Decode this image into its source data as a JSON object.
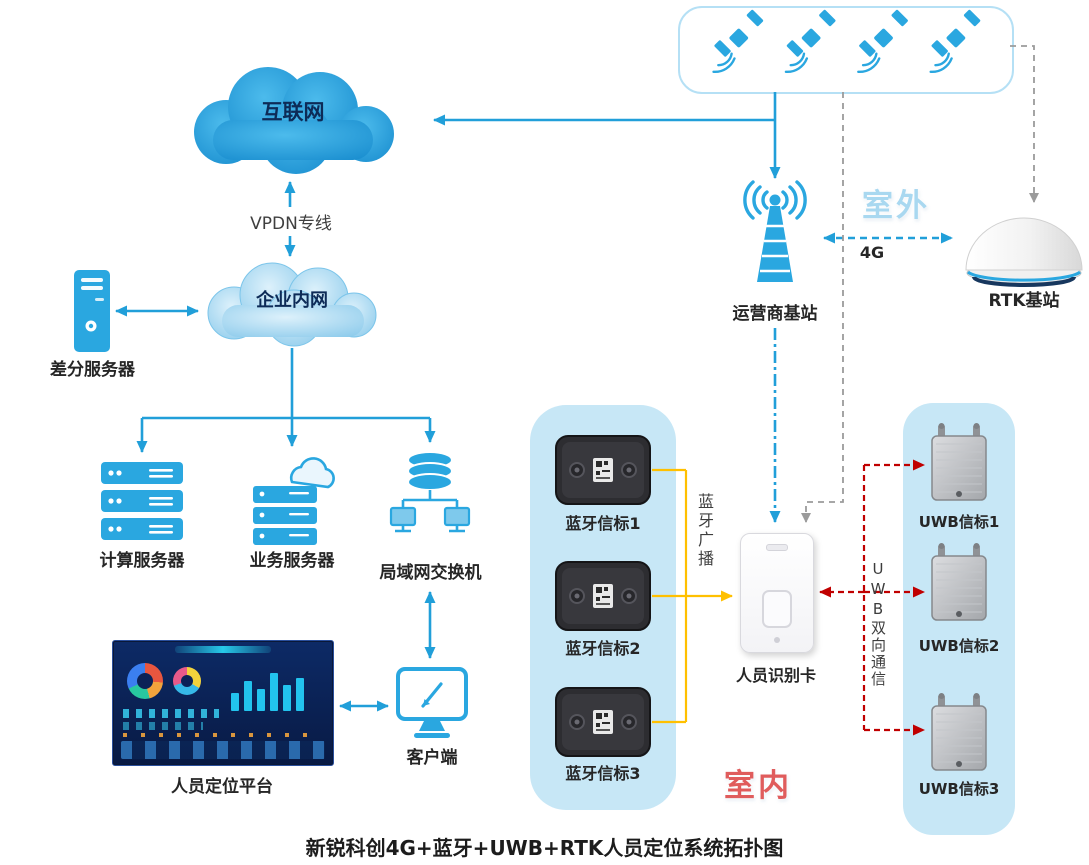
{
  "title": "新锐科创4G+蓝牙+UWB+RTK人员定位系统拓扑图",
  "zones": {
    "outdoor": "室外",
    "indoor": "室内"
  },
  "nodes": {
    "internet": "互联网",
    "intranet": "企业内网",
    "vpdn_link": "VPDN专线",
    "diff_server": "差分服务器",
    "compute_server": "计算服务器",
    "business_server": "业务服务器",
    "lan_switch": "局域网交换机",
    "platform": "人员定位平台",
    "client": "客户端",
    "carrier_station": "运营商基站",
    "rtk_station": "RTK基站",
    "person_card": "人员识别卡"
  },
  "links": {
    "g4": "4G",
    "bt_broadcast": "蓝牙广播",
    "uwb_comm": "UWB双向通信"
  },
  "bt_beacons": [
    {
      "label": "蓝牙信标1"
    },
    {
      "label": "蓝牙信标2"
    },
    {
      "label": "蓝牙信标3"
    }
  ],
  "uwb_beacons": [
    {
      "label": "UWB信标1"
    },
    {
      "label": "UWB信标2"
    },
    {
      "label": "UWB信标3"
    }
  ],
  "icons": {
    "satellite": "satellite-icon",
    "cloud": "cloud-icon",
    "server_tower": "server-tower-icon",
    "server_rack": "server-rack-icon",
    "cloud_server": "cloud-server-icon",
    "switch_stack": "switch-stack-icon",
    "monitor": "monitor-icon",
    "antenna_tower": "antenna-tower-icon",
    "rtk_dome": "rtk-dome-icon",
    "bt_beacon": "bluetooth-beacon-icon",
    "uwb_beacon": "uwb-beacon-icon",
    "id_card": "person-card-icon"
  },
  "colors": {
    "accent_blue": "#219fd9",
    "icon_blue": "#2aa7e0",
    "panel_blue": "#c7e7f6",
    "outdoor_text": "#a9d8f0",
    "indoor_text": "#e05c5c",
    "bt_line": "#ffc000",
    "uwb_line": "#c00000",
    "gray_line": "#9b9b9b"
  }
}
